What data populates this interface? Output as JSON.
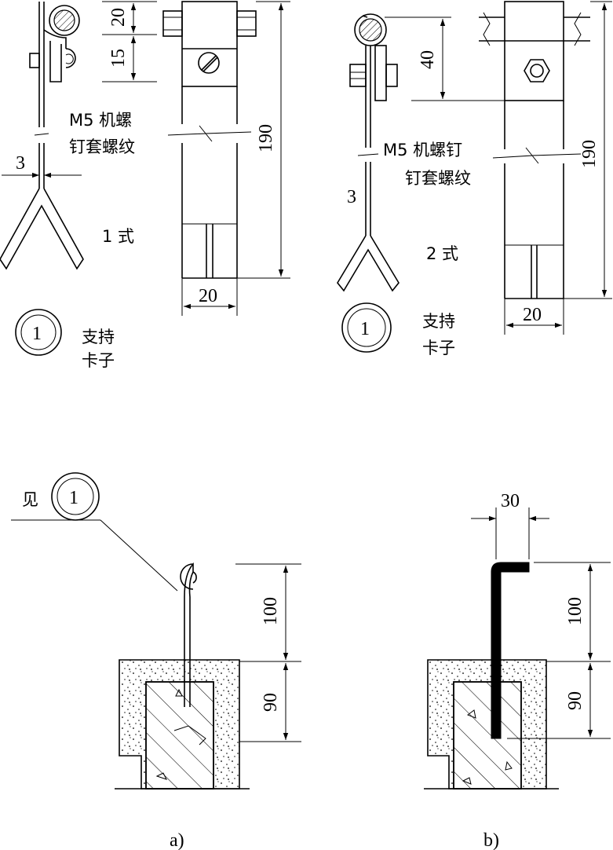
{
  "style1": {
    "dims": {
      "d20": "20",
      "d15": "15",
      "d190": "190",
      "d20w": "20",
      "d3": "3"
    },
    "note_line1": "M5 机螺",
    "note_line2": "钉套螺纹",
    "form": "1 式",
    "callout": "1",
    "part_line1": "支持",
    "part_line2": "卡子"
  },
  "style2": {
    "dims": {
      "d40": "40",
      "d190": "190",
      "d20w": "20",
      "d3": "3"
    },
    "note_line1": "M5 机螺钉",
    "note_line2": "钉套螺纹",
    "form": "2 式",
    "callout": "1",
    "part_line1": "支持",
    "part_line2": "卡子"
  },
  "panel_a": {
    "see_label": "见",
    "callout": "1",
    "dims": {
      "d100": "100",
      "d90": "90"
    },
    "caption": "a)"
  },
  "panel_b": {
    "dims": {
      "d30": "30",
      "d100": "100",
      "d90": "90"
    },
    "caption": "b)"
  }
}
